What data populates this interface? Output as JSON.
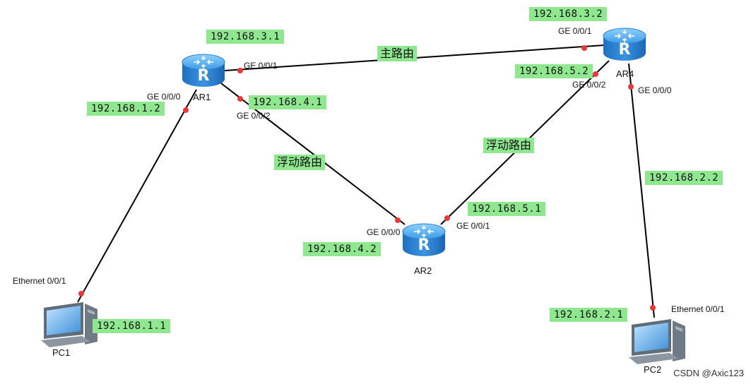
{
  "devices": {
    "ar1": {
      "label": "AR1",
      "icon": "router-icon"
    },
    "ar2": {
      "label": "AR2",
      "icon": "router-icon"
    },
    "ar4": {
      "label": "AR4",
      "icon": "router-icon"
    },
    "pc1": {
      "label": "PC1",
      "icon": "pc-icon"
    },
    "pc2": {
      "label": "PC2",
      "icon": "pc-icon"
    }
  },
  "ports": {
    "ar1_g000": "GE 0/0/0",
    "ar1_g001": "GE 0/0/1",
    "ar1_g002": "GE 0/0/2",
    "ar4_g001": "GE 0/0/1",
    "ar4_g002": "GE 0/0/2",
    "ar4_g000": "GE 0/0/0",
    "ar2_g000": "GE 0/0/0",
    "ar2_g001": "GE 0/0/1",
    "pc1_eth": "Ethernet 0/0/1",
    "pc2_eth": "Ethernet 0/0/1"
  },
  "ips": {
    "ar1_g001": "192.168.3.1",
    "ar1_g000": "192.168.1.2",
    "ar1_g002": "192.168.4.1",
    "ar4_g001": "192.168.3.2",
    "ar4_g002": "192.168.5.2",
    "ar4_g000": "192.168.2.2",
    "ar2_g000": "192.168.4.2",
    "ar2_g001": "192.168.5.1",
    "pc1": "192.168.1.1",
    "pc2": "192.168.2.1"
  },
  "routes": {
    "main": "主路由",
    "float_left": "浮动路由",
    "float_right": "浮动路由"
  },
  "watermark": "CSDN @Axic123",
  "colors": {
    "link": "#000000",
    "port_dot": "#e8383a",
    "label_bg": "#8fe88f",
    "router_body": "#2f86d6"
  }
}
